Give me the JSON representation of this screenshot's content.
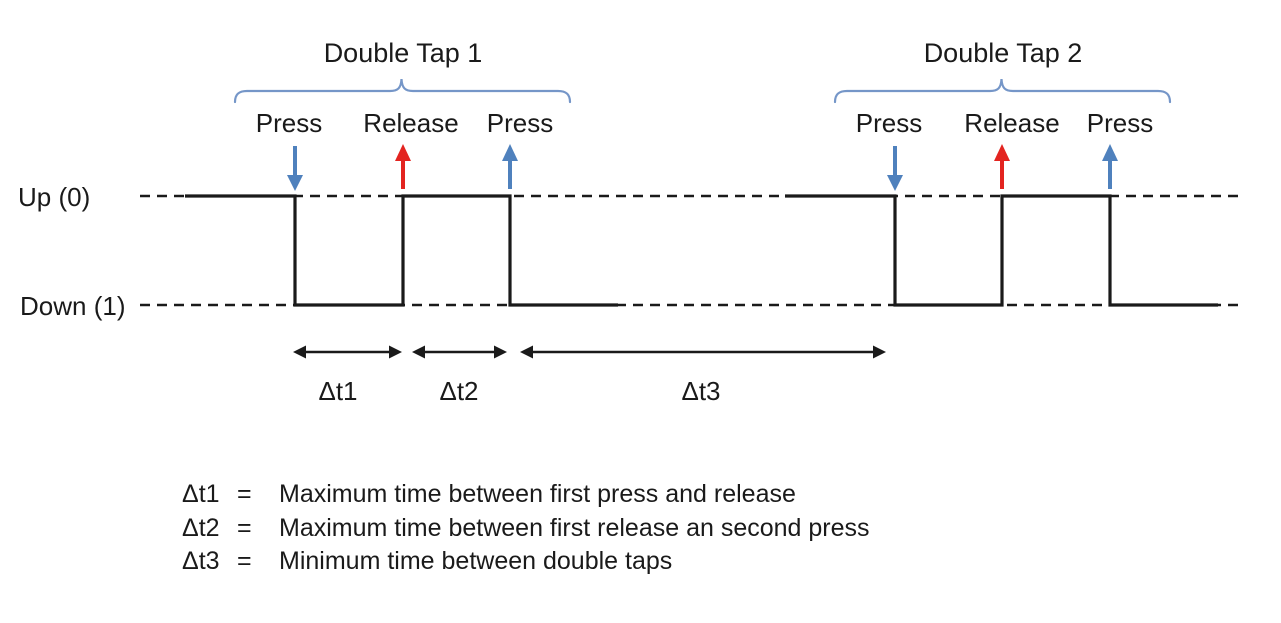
{
  "colors": {
    "signal": "#1a1a1a",
    "press": "#4f81bd",
    "release": "#e32420",
    "brace": "#7596c8",
    "measure": "#1a1a1a",
    "text": "#1a1a1a",
    "bg": "#ffffff"
  },
  "axis": {
    "up_label": "Up (0)",
    "down_label": "Down (1)"
  },
  "taps": [
    {
      "title": "Double Tap 1",
      "events": [
        {
          "label": "Press",
          "direction": "down",
          "arrow_color": "#4f81bd"
        },
        {
          "label": "Release",
          "direction": "up",
          "arrow_color": "#e32420"
        },
        {
          "label": "Press",
          "direction": "up",
          "arrow_color": "#4f81bd"
        }
      ]
    },
    {
      "title": "Double Tap 2",
      "events": [
        {
          "label": "Press",
          "direction": "down",
          "arrow_color": "#4f81bd"
        },
        {
          "label": "Release",
          "direction": "up",
          "arrow_color": "#e32420"
        },
        {
          "label": "Press",
          "direction": "up",
          "arrow_color": "#4f81bd"
        }
      ]
    }
  ],
  "intervals": [
    {
      "label": "Δt1",
      "spans": "first press to release"
    },
    {
      "label": "Δt2",
      "spans": "first release to second press"
    },
    {
      "label": "Δt3",
      "spans": "second press to next double tap press"
    }
  ],
  "legend": [
    {
      "term": "Δt1",
      "equals": "=",
      "definition": "Maximum time between first press and release"
    },
    {
      "term": "Δt2",
      "equals": "=",
      "definition": "Maximum time between first release an second press"
    },
    {
      "term": "Δt3",
      "equals": "=",
      "definition": "Minimum time between double taps"
    }
  ]
}
